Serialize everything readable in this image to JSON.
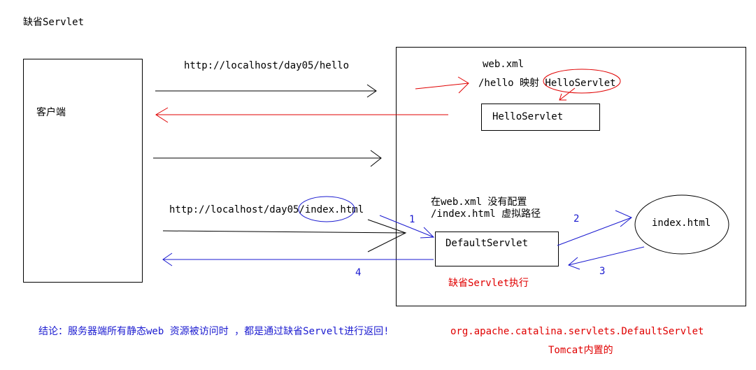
{
  "title": "缺省Servlet",
  "client": {
    "label": "客户端"
  },
  "request1": {
    "url": "http://localhost/day05/hello"
  },
  "server": {
    "webxml_label": "web.xml",
    "mapping_text": "/hello 映射 HelloServlet",
    "hello_servlet": "HelloServlet",
    "no_config_line1": "在web.xml 没有配置",
    "no_config_line2": "/index.html 虚拟路径",
    "default_servlet": "DefaultServlet",
    "index_html": "index.html",
    "default_exec": "缺省Servlet执行"
  },
  "request2": {
    "url": "http://localhost/day05/index.html"
  },
  "steps": [
    "1",
    "2",
    "3",
    "4"
  ],
  "conclusion": "结论：服务器端所有静态web 资源被访问时 ，都是通过缺省Servelt进行返回!",
  "class_name": "org.apache.catalina.servlets.DefaultServlet",
  "builtin": "Tomcat内置的",
  "colors": {
    "red": "#e00000",
    "blue": "#1a1ad0",
    "black": "#000000"
  }
}
